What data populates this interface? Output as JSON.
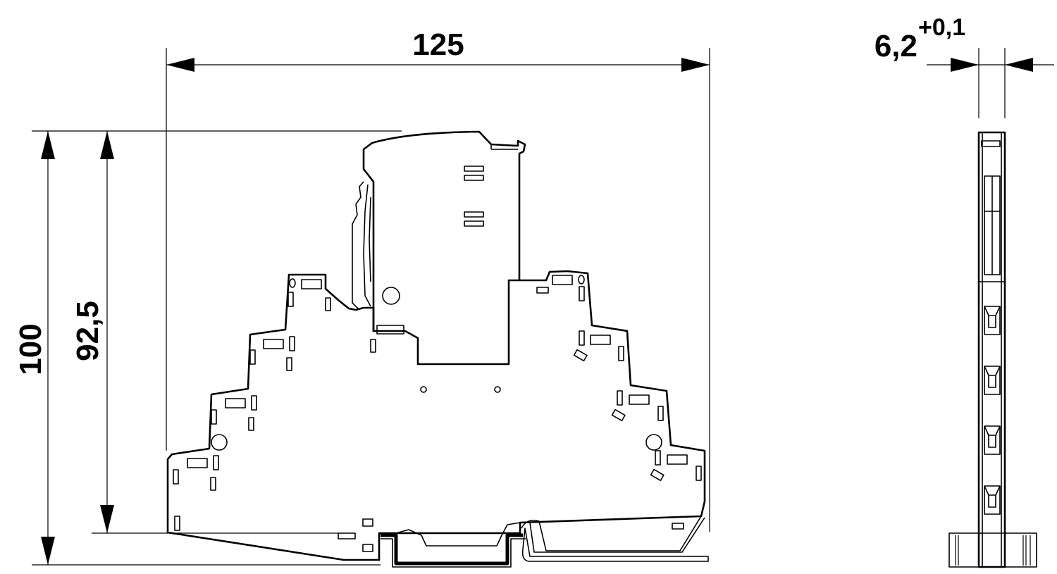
{
  "dimensions": {
    "width_front": "125",
    "height_total": "100",
    "height_inner": "92,5",
    "width_side": "6,2",
    "width_side_tolerance": "+0,1"
  }
}
